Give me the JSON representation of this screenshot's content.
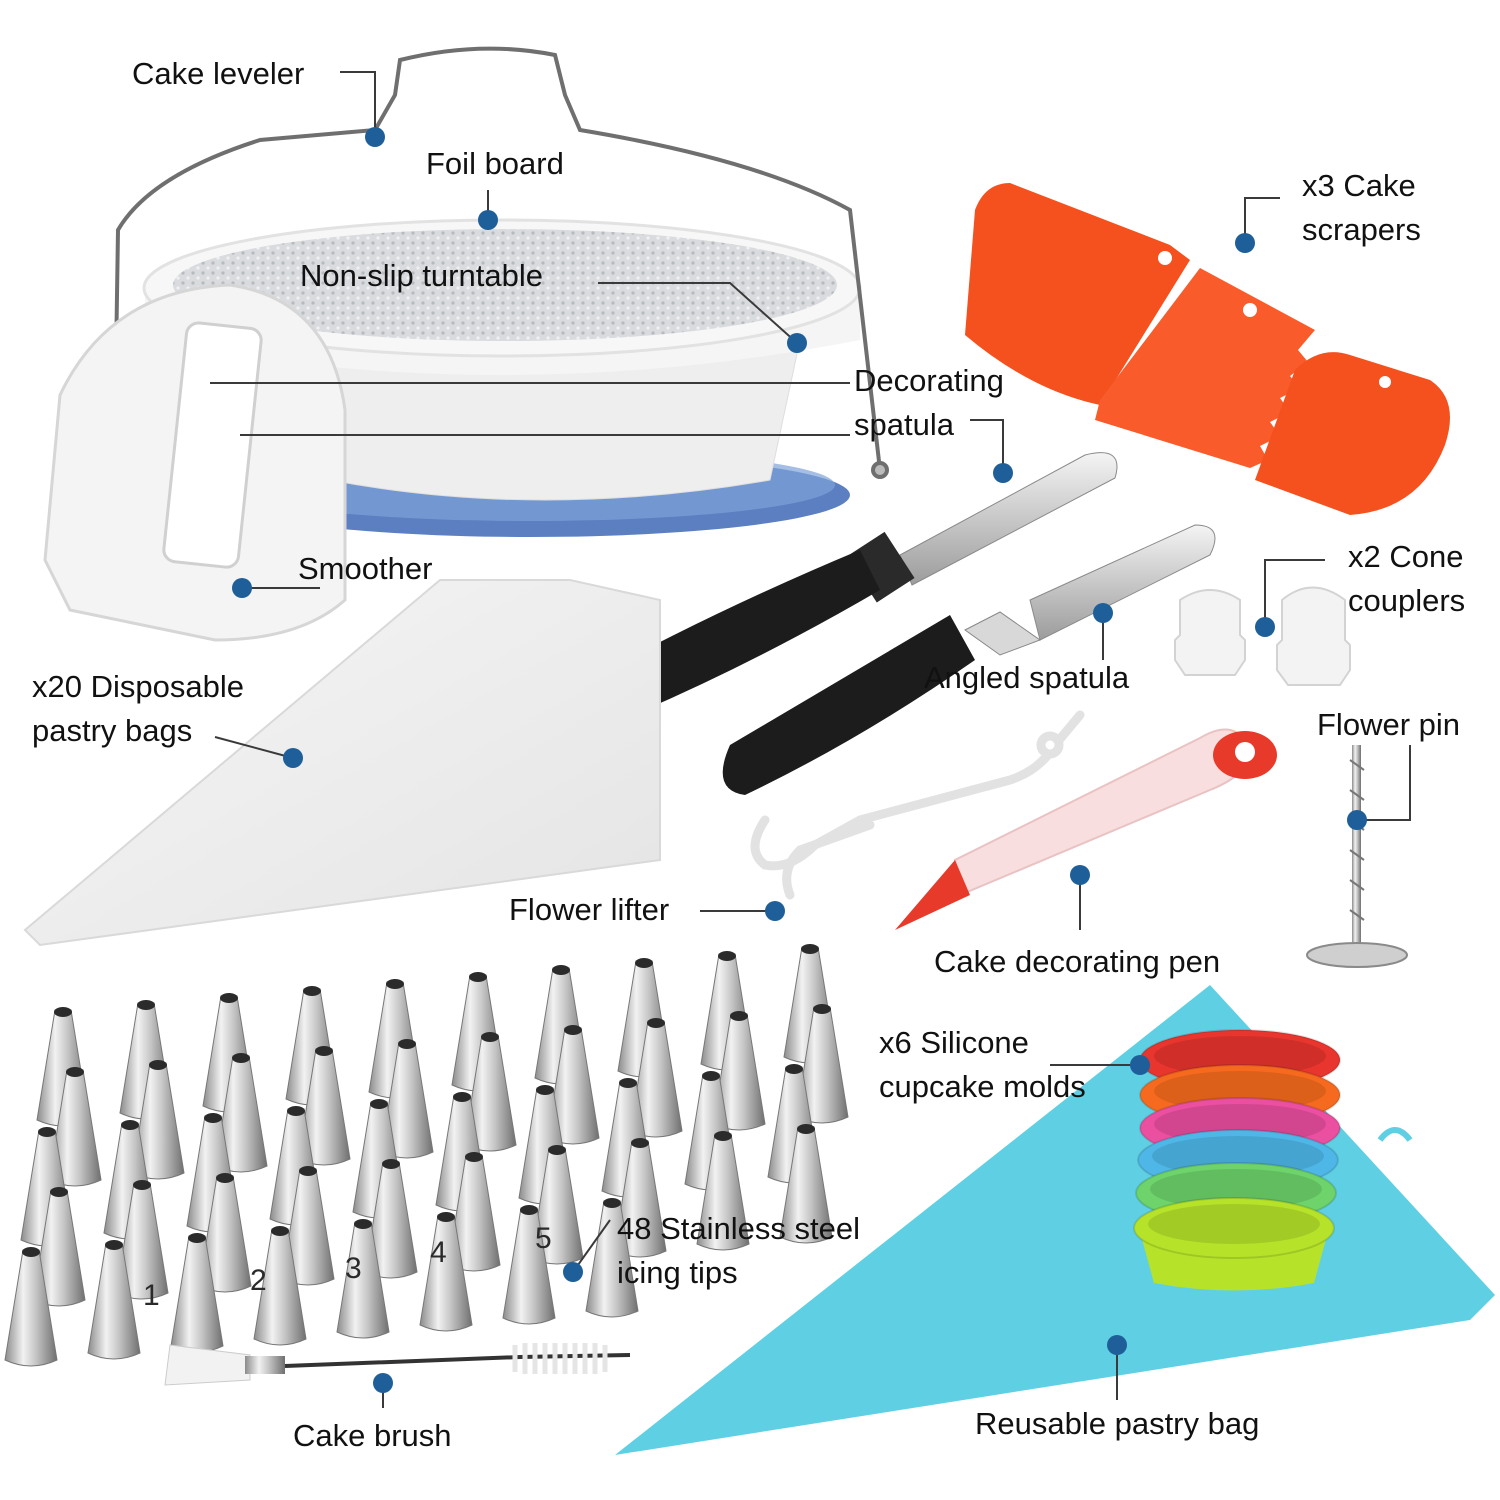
{
  "labels": {
    "cake_leveler": "Cake leveler",
    "foil_board": "Foil board",
    "turntable": "Non-slip turntable",
    "decorating_spatula": [
      "Decorating",
      "spatula"
    ],
    "cake_scrapers": [
      "x3 Cake",
      "scrapers"
    ],
    "smoother": "Smoother",
    "cone_couplers": [
      "x2 Cone",
      "couplers"
    ],
    "disposable_bags": [
      "x20 Disposable",
      "pastry bags"
    ],
    "angled_spatula": "Angled spatula",
    "flower_pin": "Flower pin",
    "flower_lifter": "Flower lifter",
    "decorating_pen": "Cake decorating pen",
    "cupcake_molds": [
      "x6 Silicone",
      "cupcake molds"
    ],
    "icing_tips": [
      "48 Stainless steel",
      "icing tips"
    ],
    "cake_brush": "Cake brush",
    "reusable_bag": "Reusable pastry bag"
  },
  "tip_numbers": [
    "1",
    "2",
    "3",
    "4",
    "5"
  ],
  "colors": {
    "marker": "#1f5f99",
    "scraper": "#f4511e",
    "handle": "#1c1c1c",
    "reusable_bag": "#5fd0e3",
    "turntable_base": "#5b7fc0",
    "pen_tip": "#e83a2a",
    "cupcake_molds": [
      "#e8352e",
      "#f56a1e",
      "#ea4fa0",
      "#4fb7e8",
      "#6dd36a",
      "#b6e32a"
    ]
  },
  "icons": {
    "marker": "circle-dot",
    "leader": "thin-line"
  }
}
